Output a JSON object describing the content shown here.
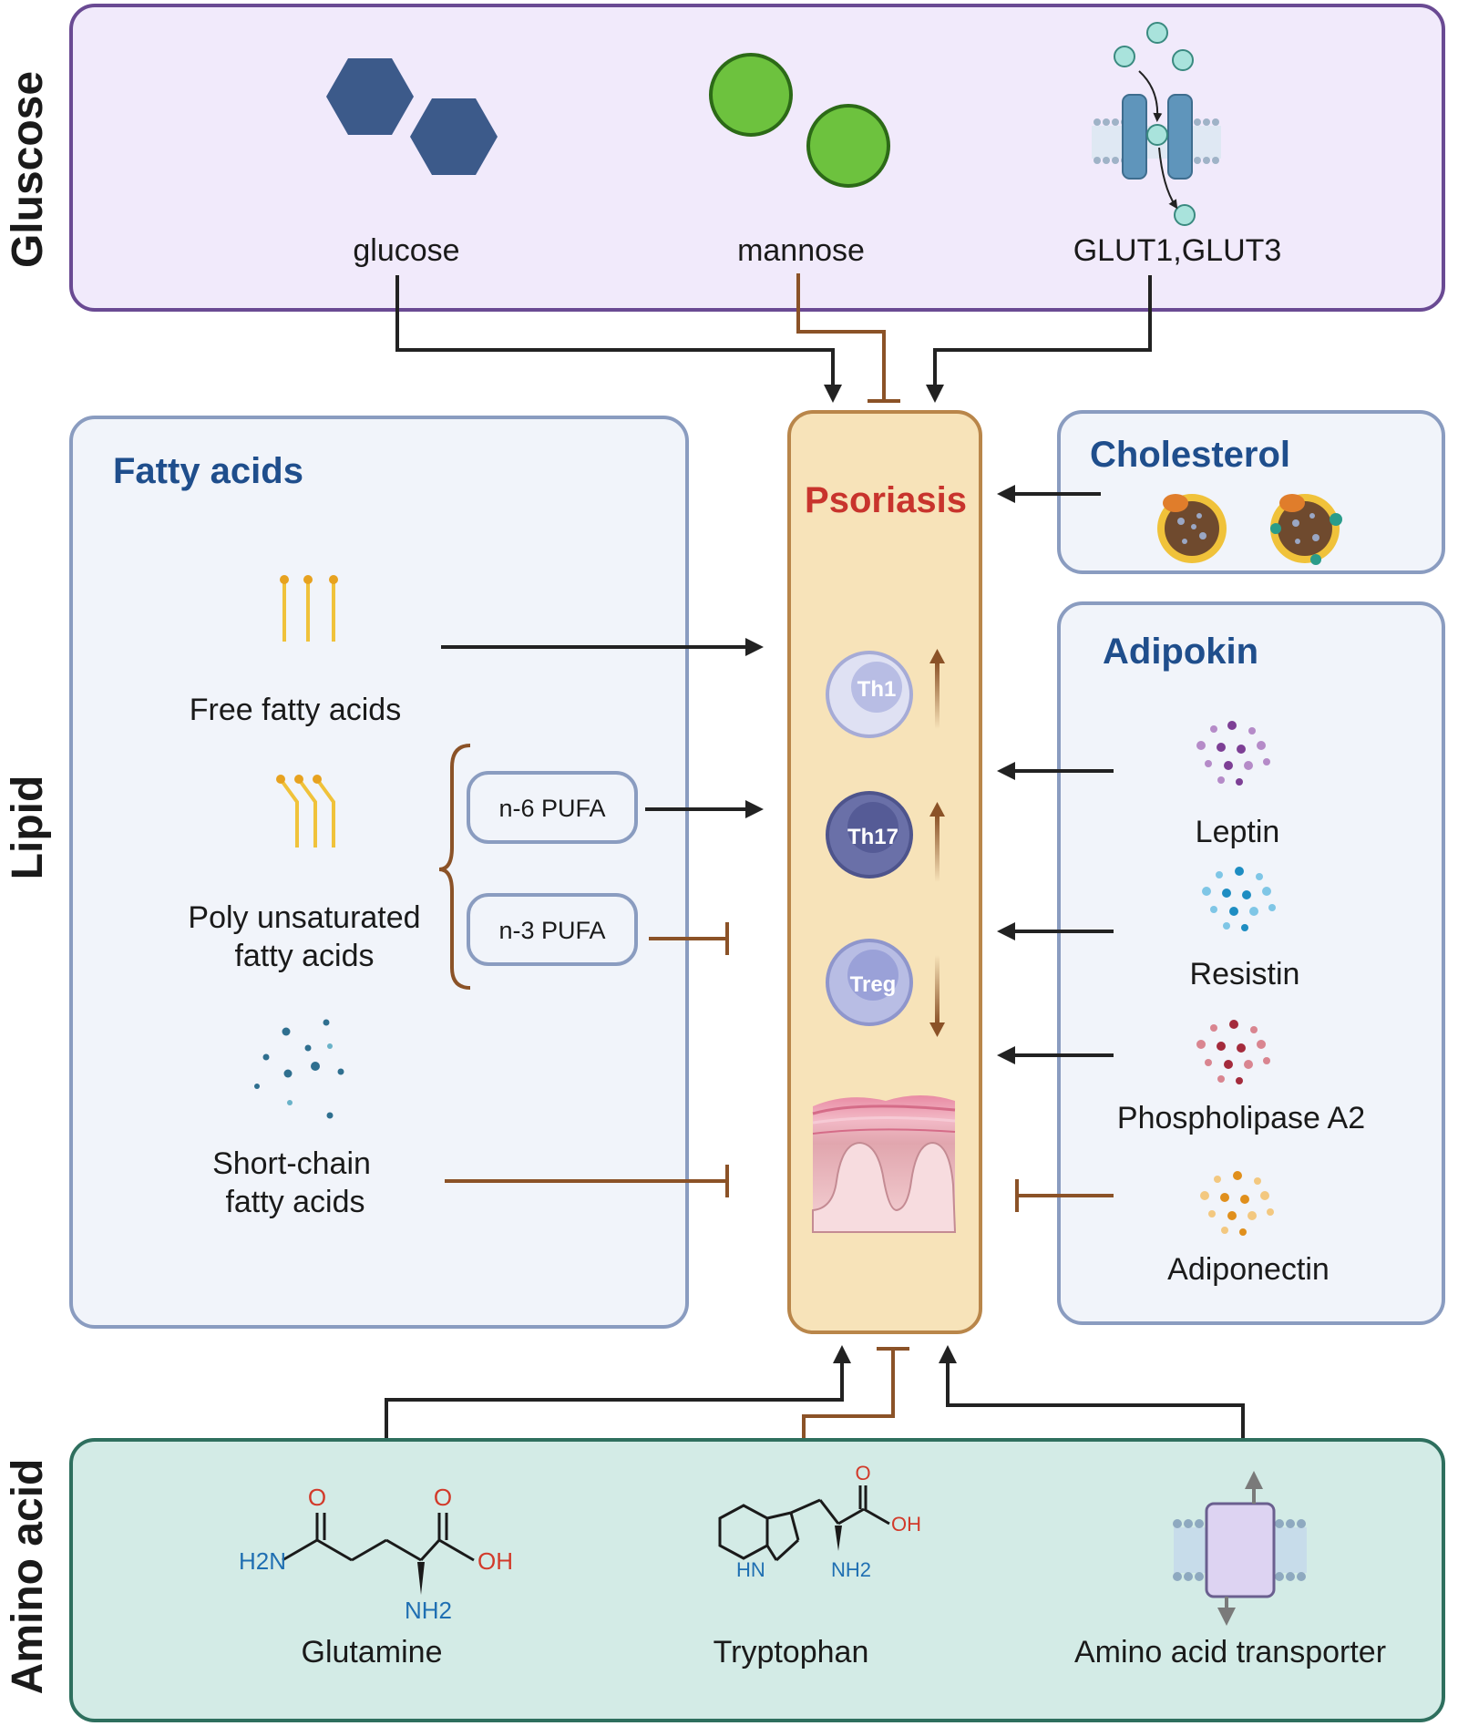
{
  "side_labels": {
    "glucose": "Gluscose",
    "lipid": "Lipid",
    "amino_acid": "Amino acid"
  },
  "glucose_panel": {
    "glucose": "glucose",
    "mannose": "mannose",
    "glut": "GLUT1,GLUT3"
  },
  "center": {
    "title": "Psoriasis",
    "cells": [
      {
        "label": "Th1",
        "trend": "up"
      },
      {
        "label": "Th17",
        "trend": "up"
      },
      {
        "label": "Treg",
        "trend": "down"
      }
    ]
  },
  "fatty_acids": {
    "title": "Fatty acids",
    "free": "Free fatty acids",
    "pufa_line1": "Poly unsaturated",
    "pufa_line2": "fatty acids",
    "n6": "n-6 PUFA",
    "n3": "n-3 PUFA",
    "scfa_line1": "Short-chain",
    "scfa_line2": "fatty acids"
  },
  "cholesterol": {
    "title": "Cholesterol"
  },
  "adipokin": {
    "title": "Adipokin",
    "items": [
      "Leptin",
      "Resistin",
      "Phospholipase A2",
      "Adiponectin"
    ]
  },
  "amino_panel": {
    "glutamine": "Glutamine",
    "tryptophan": "Tryptophan",
    "transporter": "Amino acid transporter",
    "gln_o1": "O",
    "gln_o2": "O",
    "gln_h2n": "H2N",
    "gln_oh": "OH",
    "gln_nh2": "NH2",
    "trp_o": "O",
    "trp_oh": "OH",
    "trp_hn": "HN",
    "trp_nh2": "NH2"
  },
  "colors": {
    "activate": "#222222",
    "inhibit": "#8b5227",
    "glucose_bg": "#f1eafb",
    "glucose_border": "#6a4a93",
    "lipid_bg": "#f1f4fa",
    "lipid_border": "#8a9cc0",
    "amino_bg": "#d3ebe6",
    "amino_border": "#2e6f5e",
    "psoriasis_bg": "#f7e3b9",
    "psoriasis_border": "#b9864a",
    "title_blue": "#1f4e8c",
    "psoriasis_red": "#c8342d"
  }
}
